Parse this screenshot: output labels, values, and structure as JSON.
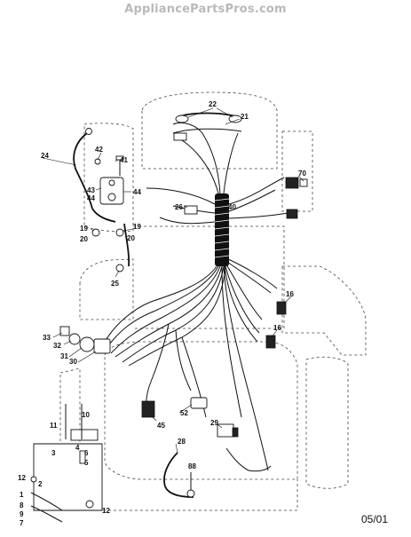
{
  "watermark": "AppliancePartsPros.com",
  "date_code": "05/01",
  "callouts": [
    {
      "id": "c22",
      "text": "22"
    },
    {
      "id": "c21",
      "text": "21"
    },
    {
      "id": "c70",
      "text": "70"
    },
    {
      "id": "c24",
      "text": "24"
    },
    {
      "id": "c42",
      "text": "42"
    },
    {
      "id": "c41",
      "text": "41"
    },
    {
      "id": "c43",
      "text": "43"
    },
    {
      "id": "c44a",
      "text": "44"
    },
    {
      "id": "c44b",
      "text": "44"
    },
    {
      "id": "c26",
      "text": "26"
    },
    {
      "id": "c40",
      "text": "40"
    },
    {
      "id": "c19a",
      "text": "19"
    },
    {
      "id": "c19b",
      "text": "19"
    },
    {
      "id": "c20a",
      "text": "20"
    },
    {
      "id": "c20b",
      "text": "20"
    },
    {
      "id": "c25",
      "text": "25"
    },
    {
      "id": "c16a",
      "text": "16"
    },
    {
      "id": "c16b",
      "text": "16"
    },
    {
      "id": "c33",
      "text": "33"
    },
    {
      "id": "c32",
      "text": "32"
    },
    {
      "id": "c31",
      "text": "31"
    },
    {
      "id": "c30",
      "text": "30"
    },
    {
      "id": "c10",
      "text": "10"
    },
    {
      "id": "c11",
      "text": "11"
    },
    {
      "id": "c52",
      "text": "52"
    },
    {
      "id": "c45",
      "text": "45"
    },
    {
      "id": "c29",
      "text": "29"
    },
    {
      "id": "c28",
      "text": "28"
    },
    {
      "id": "c3",
      "text": "3"
    },
    {
      "id": "c4",
      "text": "4"
    },
    {
      "id": "c6",
      "text": "6"
    },
    {
      "id": "c5",
      "text": "5"
    },
    {
      "id": "c12a",
      "text": "12"
    },
    {
      "id": "c12b",
      "text": "12"
    },
    {
      "id": "c2",
      "text": "2"
    },
    {
      "id": "c1",
      "text": "1"
    },
    {
      "id": "c8",
      "text": "8"
    },
    {
      "id": "c9",
      "text": "9"
    },
    {
      "id": "c7",
      "text": "7"
    },
    {
      "id": "c88",
      "text": "88"
    }
  ]
}
